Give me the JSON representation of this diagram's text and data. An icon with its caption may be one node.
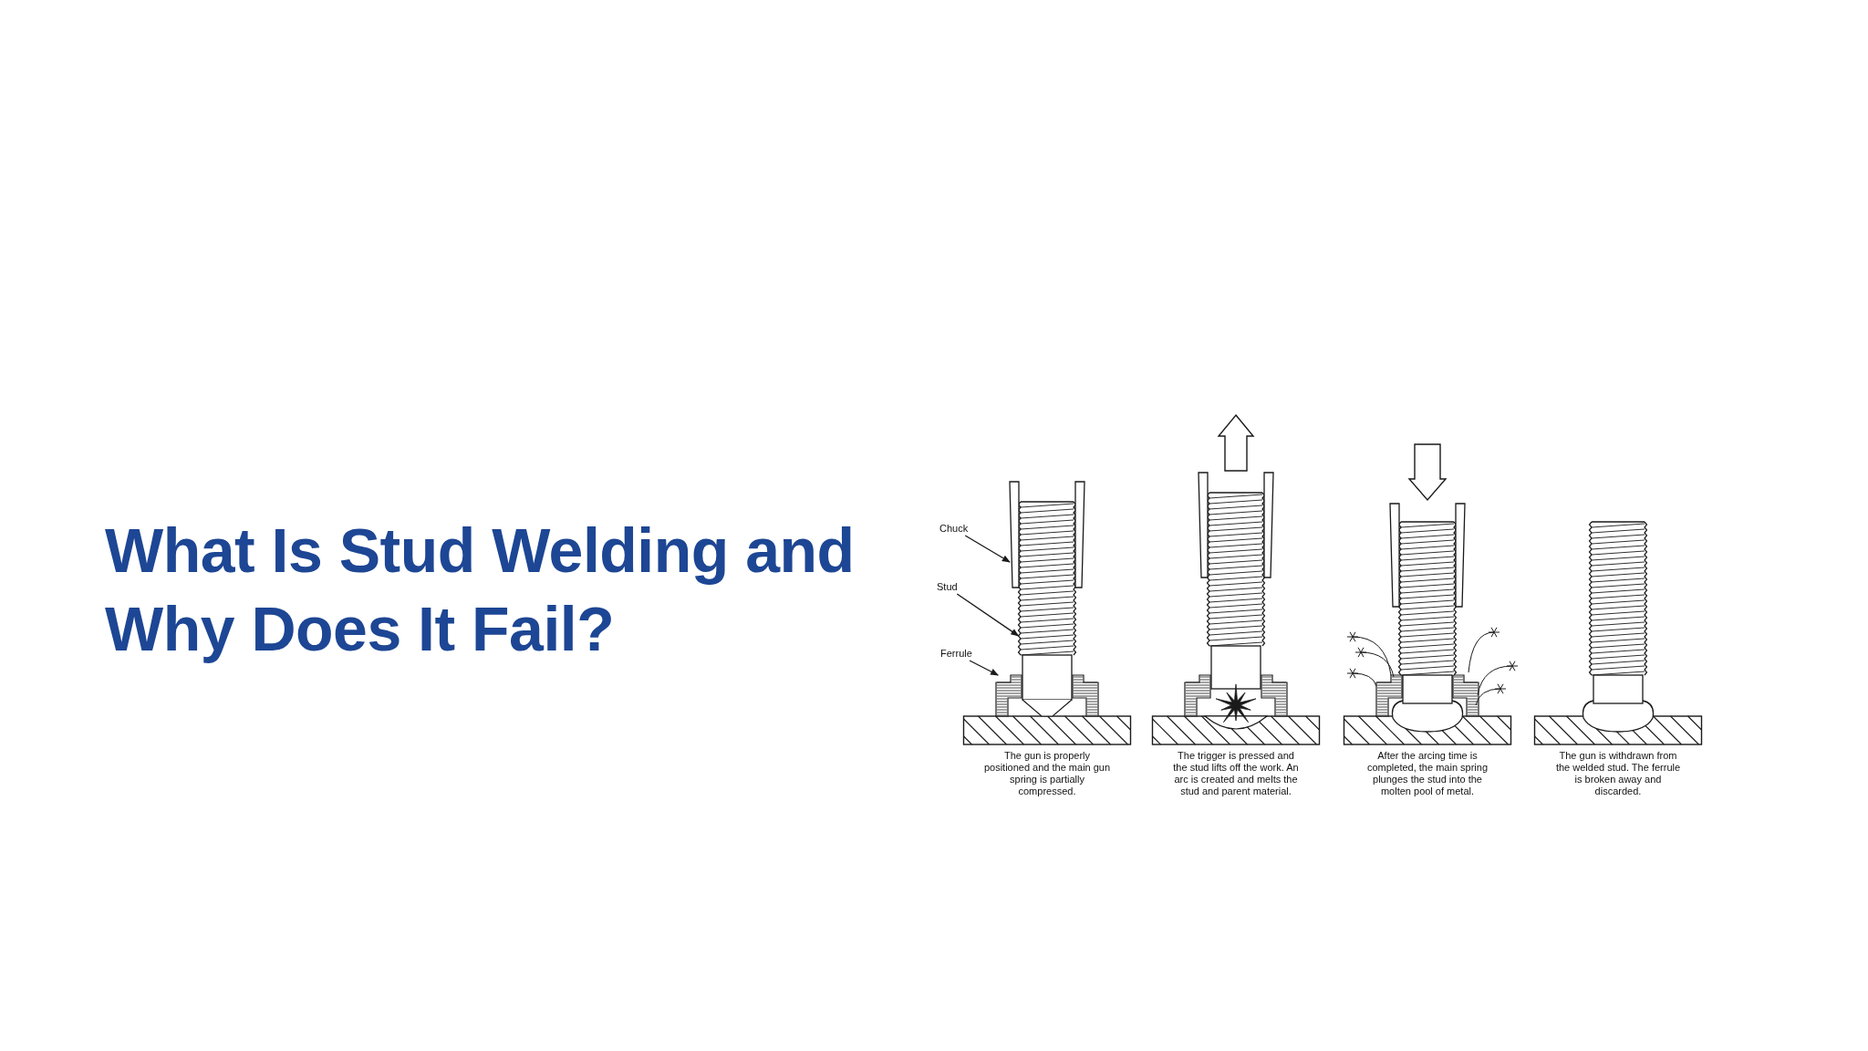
{
  "diagram": {
    "title": "What Is Stud Welding and Why Does It Fail?",
    "nodes": [
      {
        "text": [
          "Chuck"
        ]
      },
      {
        "text": [
          "Stud"
        ]
      },
      {
        "text": [
          "Ferrule"
        ]
      },
      {
        "text": [],
        "shape": "picture"
      },
      {
        "text": [],
        "shape": "picture"
      },
      {
        "text": [],
        "shape": "picture"
      }
    ],
    "edges": [
      {
        "from": 0,
        "to": 3,
        "arrow": "to"
      },
      {
        "from": 1,
        "to": 4,
        "arrow": "to"
      },
      {
        "from": 2,
        "to": 5,
        "arrow": "to"
      }
    ],
    "labels": [
      "The gun is properly positioned and the main gun spring is partially compressed.",
      "The trigger is pressed and the stud lifts off the work. An arc is created and melts the stud and parent material.",
      "After the arcing time is completed, the main spring plunges the stud into the molten pool of metal.",
      "The gun is withdrawn from the welded stud. The ferrule is broken away and discarded."
    ]
  }
}
